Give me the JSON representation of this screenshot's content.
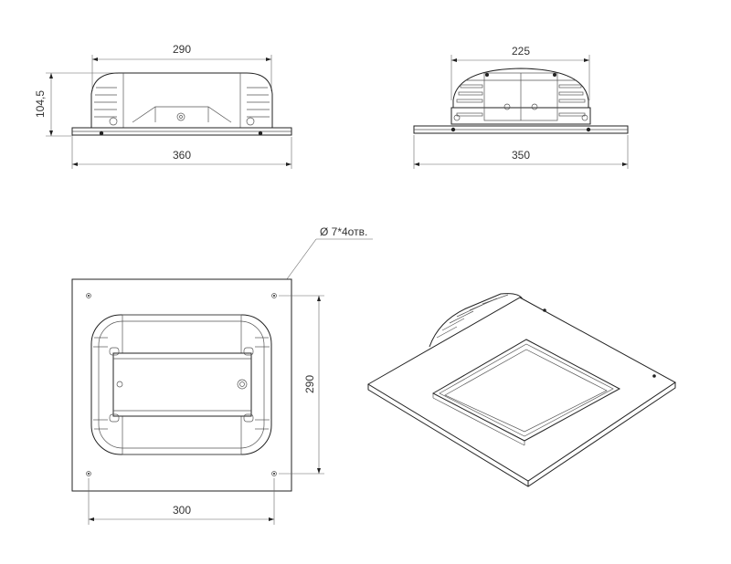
{
  "front_view": {
    "top_width": "290",
    "height": "104,5",
    "base_width": "360"
  },
  "side_view": {
    "top_width": "225",
    "base_width": "350"
  },
  "plan_view": {
    "holes_note": "Ø 7*4отв.",
    "height": "290",
    "width": "300"
  },
  "colors": {
    "line": "#222222",
    "dimension": "#666666",
    "background": "#ffffff"
  }
}
